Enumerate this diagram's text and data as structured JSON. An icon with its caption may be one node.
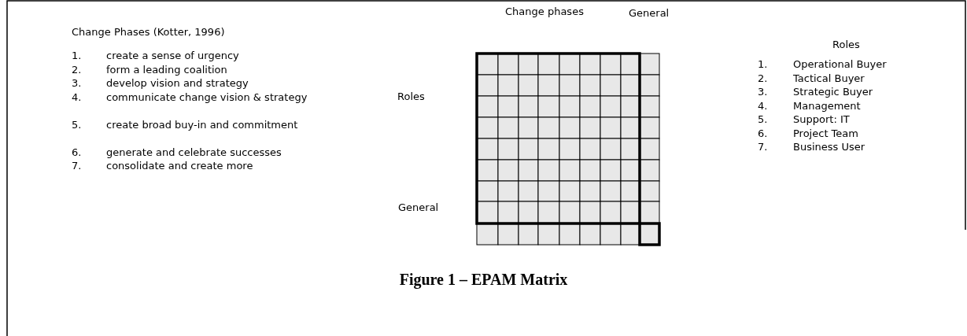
{
  "diagram": {
    "caption": "Figure 1 – EPAM Matrix",
    "labels": [
      "Change Phases (Kotter, 1996)",
      "1.",
      "create a sense of urgency",
      "2.",
      "form a leading coalition",
      "3.",
      "develop vision and strategy",
      "4.",
      "communicate change vision & strategy",
      "5.",
      "create broad buy-in and commitment",
      "6.",
      "generate and celebrate successes",
      "7.",
      "consolidate and create more",
      "Change phases",
      "General",
      "Roles",
      "General",
      "Roles",
      "1.",
      "Operational Buyer",
      "2.",
      "Tactical Buyer",
      "3.",
      "Strategic Buyer",
      "4.",
      "Management",
      "5.",
      "Support: IT",
      "6.",
      "Project Team",
      "7.",
      "Business User"
    ]
  }
}
